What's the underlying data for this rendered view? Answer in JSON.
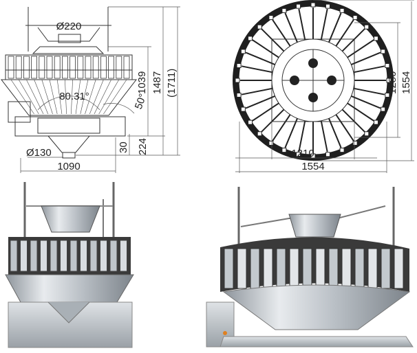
{
  "front_view": {
    "hopper_diameter": "Ø220",
    "cone_angle": "80.31°",
    "chute_angle": "50°",
    "height_1": "1039",
    "height_2": "1487",
    "height_3": "(1711)",
    "foot_height": "30",
    "outlet_height": "224",
    "outlet_diameter": "Ø130",
    "frame_width": "1090"
  },
  "top_view": {
    "frame_width": "1210",
    "overall_width": "1554",
    "frame_depth": "1280",
    "overall_depth": "1554"
  },
  "colors": {
    "line": "#333333",
    "steel": "#c8ccd0",
    "dark": "#2a2a2a"
  }
}
